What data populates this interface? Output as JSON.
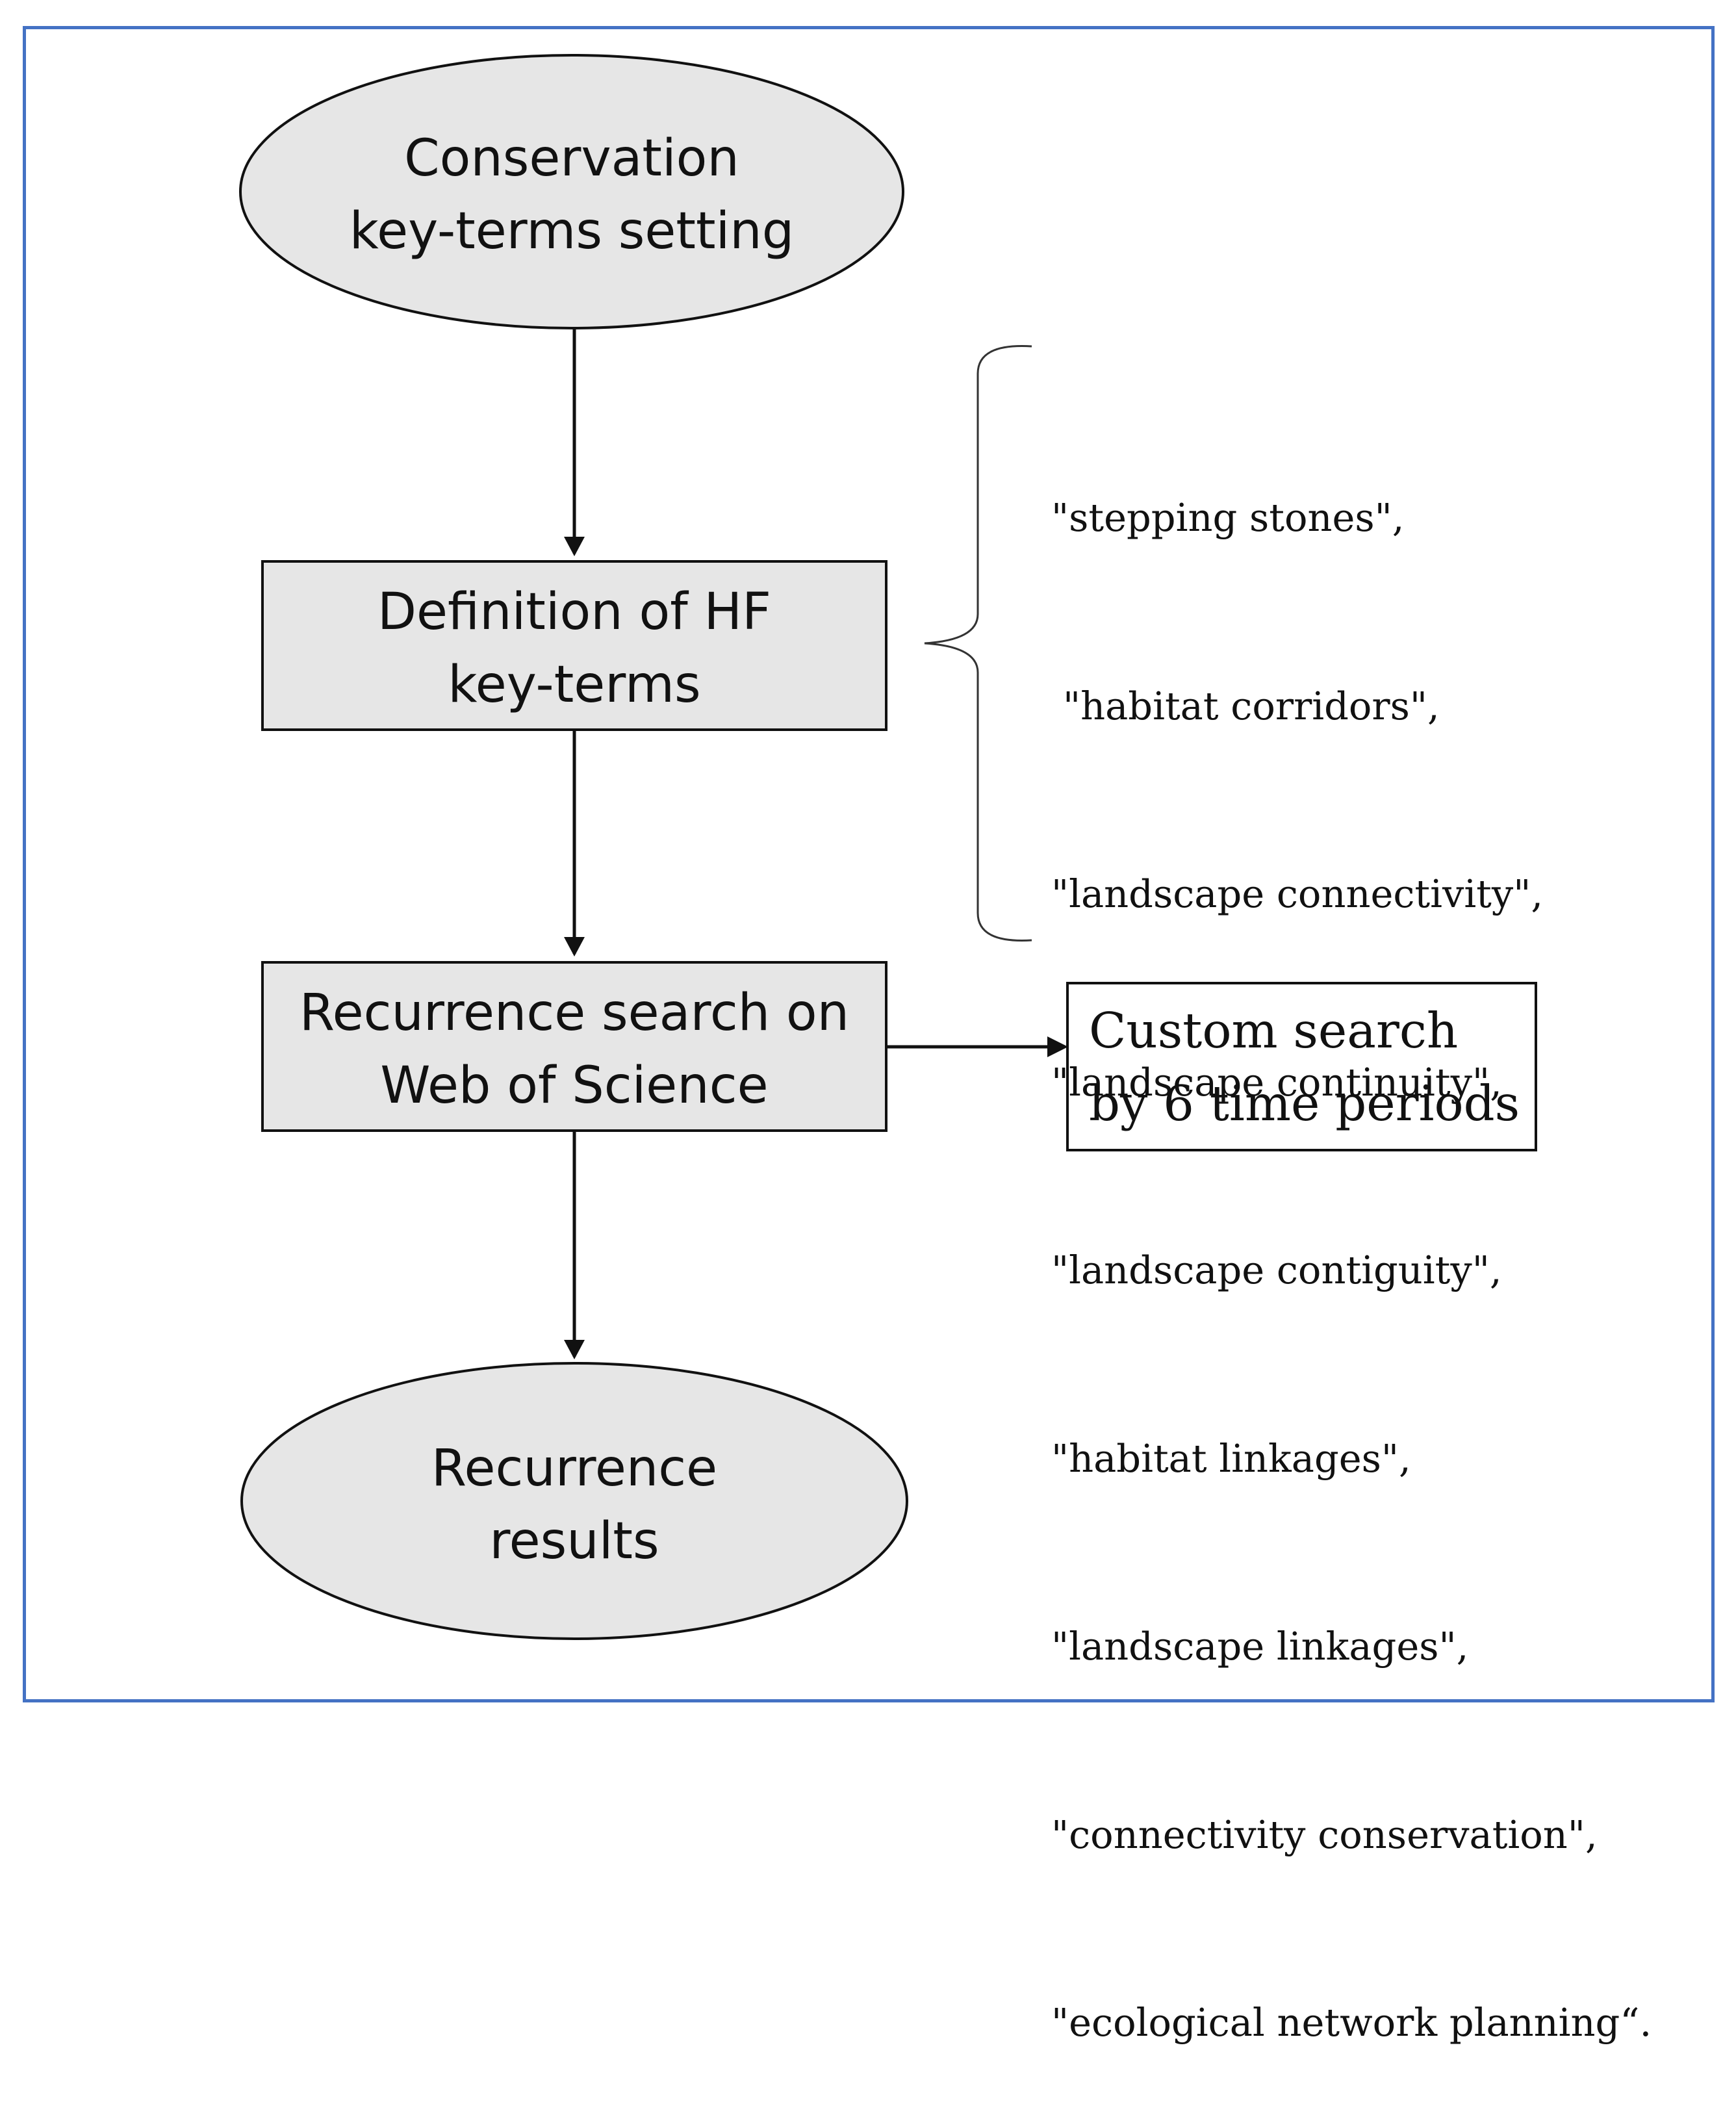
{
  "colors": {
    "frame": "#4472c4",
    "node_fill": "#e6e6e6",
    "stroke": "#111111"
  },
  "nodes": {
    "start": {
      "shape": "ellipse",
      "label": "Conservation\nkey-terms setting"
    },
    "define": {
      "shape": "rectangle",
      "label": "Definition of HF\nkey-terms"
    },
    "search": {
      "shape": "rectangle",
      "label": "Recurrence search on\nWeb of Science"
    },
    "results": {
      "shape": "ellipse",
      "label": "Recurrence\nresults"
    },
    "custom": {
      "shape": "rectangle",
      "label": "Custom search\nby 6 time periods"
    }
  },
  "key_terms": [
    "\"stepping stones\",",
    "\"habitat corridors\",",
    "\"landscape connectivity\",",
    "\"landscape continuity\",",
    "\"landscape contiguity\",",
    "\"habitat linkages\",",
    "\"landscape linkages\",",
    "\"connectivity conservation\",",
    "\"ecological network planning“."
  ],
  "edges": [
    {
      "from": "start",
      "to": "define"
    },
    {
      "from": "define",
      "to": "search"
    },
    {
      "from": "search",
      "to": "results"
    },
    {
      "from": "search",
      "to": "custom"
    }
  ]
}
